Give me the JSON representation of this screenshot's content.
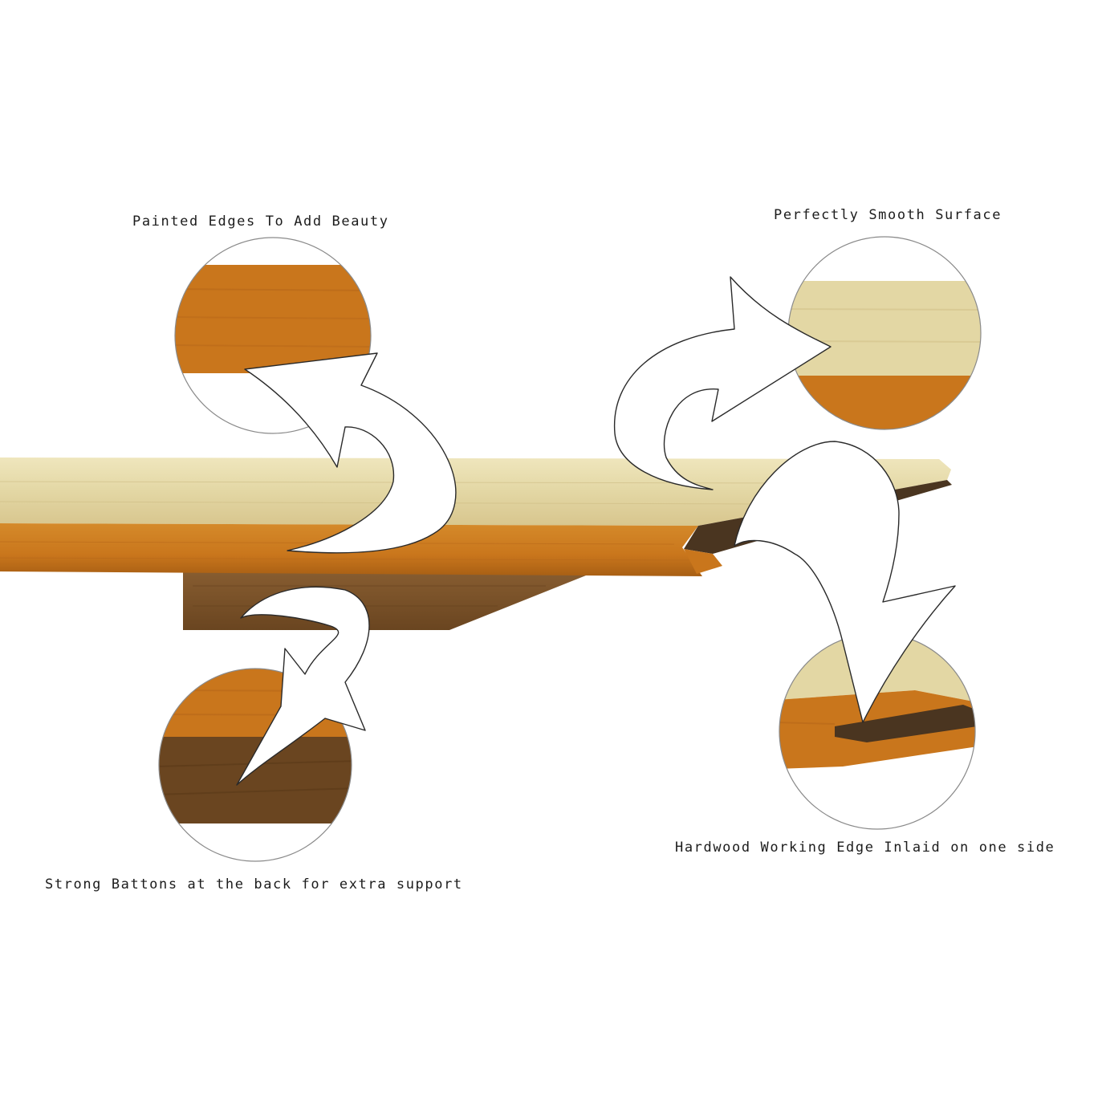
{
  "captions": {
    "painted_edges": "Painted Edges To Add Beauty",
    "smooth_surface": "Perfectly Smooth Surface",
    "battons": "Strong Battons at the back for extra support",
    "hardwood_edge": "Hardwood Working Edge Inlaid on one side"
  },
  "colors": {
    "board_top": "#e3d7a4",
    "board_edge": "#c9761c",
    "batton": "#7a5228",
    "hardwood_strip": "#4a3520",
    "arrow_fill": "#ffffff",
    "arrow_stroke": "#2a2a2a",
    "circle_stroke": "#8a8a8a",
    "text": "#1c1c1c"
  },
  "icons": [
    "curved-arrow-icon",
    "zoom-circle-icon"
  ]
}
